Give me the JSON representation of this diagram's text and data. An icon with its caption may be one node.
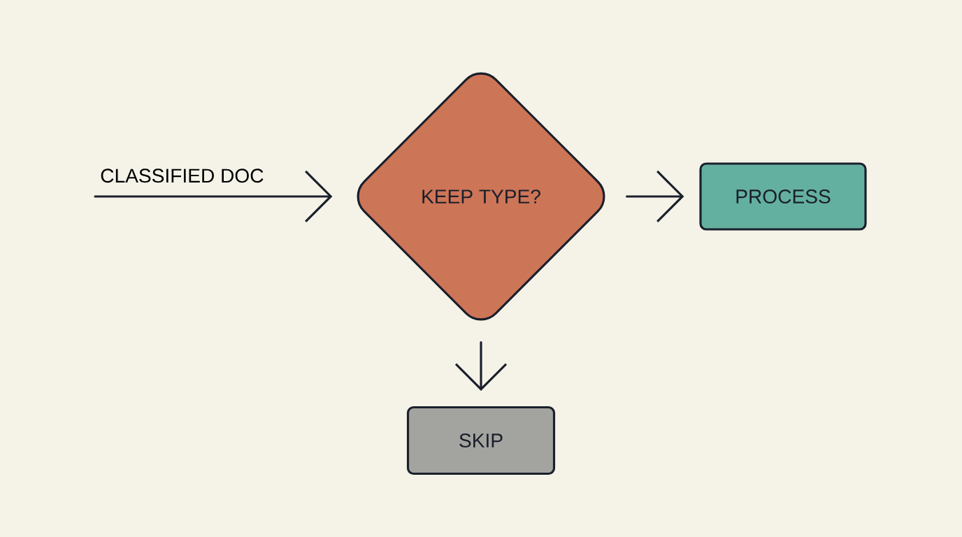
{
  "diagram": {
    "nodes": [
      {
        "text": [
          "KEEP TYPE?"
        ]
      },
      {
        "text": [
          "PROCESS"
        ]
      },
      {
        "text": [
          "SKIP"
        ]
      }
    ],
    "edges": [
      {
        "from": null,
        "to": 0,
        "arrow": "to",
        "label": "CLASSIFIED DOC"
      },
      {
        "from": 0,
        "to": 1,
        "arrow": "to"
      },
      {
        "from": 0,
        "to": 2,
        "arrow": "to"
      }
    ]
  }
}
